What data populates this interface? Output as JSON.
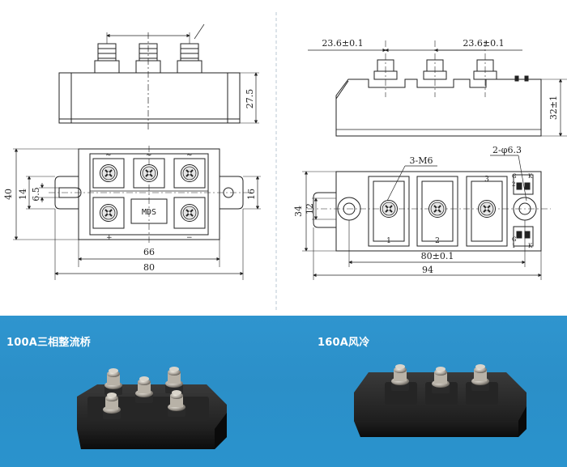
{
  "front_view": {
    "height_dim": "27.5",
    "width_dims": {
      "total": "80",
      "pitch": "66"
    },
    "height_dims": {
      "total": "40",
      "mid": "14",
      "hole": "6.5",
      "right": "16"
    },
    "terminal_symbols": [
      "~",
      "~",
      "~"
    ],
    "bottom_marks": [
      "+",
      "−"
    ],
    "brand": "MDS"
  },
  "side_view": {
    "pitch_left": "23.6±0.1",
    "pitch_right": "23.6±0.1",
    "height_dim": "32±1",
    "screw_label": "3-M6",
    "hole_label": "2-φ6.3",
    "height_left": "34",
    "inner_left": "12",
    "hole_pitch": "80±0.1",
    "total_width": "94",
    "terminal_numbers": [
      "1",
      "2",
      "3"
    ],
    "gate_labels_top": [
      "G",
      "K",
      "2"
    ],
    "gate_labels_bottom": [
      "G",
      "1",
      "K"
    ]
  },
  "products": [
    {
      "caption": "100A三相整流桥"
    },
    {
      "caption": "160A风冷"
    }
  ],
  "colors": {
    "band": "#2b8fc8",
    "module_body": "#1b1b1b",
    "line": "#222222"
  }
}
